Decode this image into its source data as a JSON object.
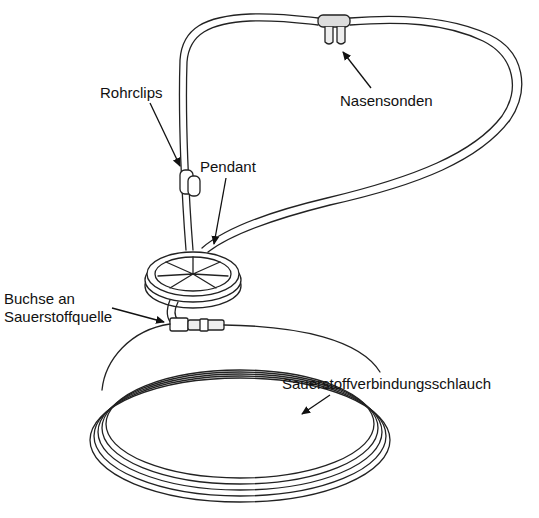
{
  "diagram": {
    "labels": [
      "Nasensonden",
      "Rohrclips",
      "Pendant",
      "Buchse an Sauerstoffquelle",
      "Sauerstoffverbindungsschlauch"
    ]
  }
}
